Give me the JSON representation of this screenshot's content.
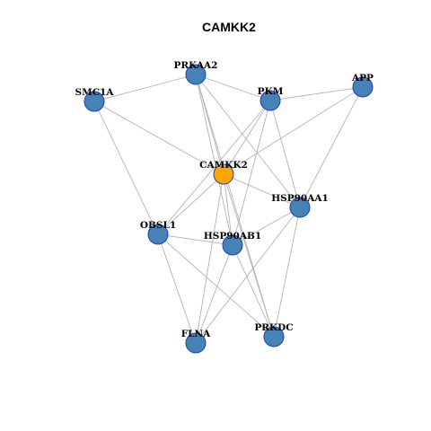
{
  "title": "CAMKK2",
  "colors": {
    "node_fill": "#4682B4",
    "focus_fill": "#FFA500",
    "node_border": "#1F3FBF",
    "edge": "#B3B3B3"
  },
  "nodes": [
    {
      "id": "CAMKK2",
      "label": "CAMKK2",
      "focus": true
    },
    {
      "id": "PRKAA2",
      "label": "PRKAA2",
      "focus": false
    },
    {
      "id": "SMC1A",
      "label": "SMC1A",
      "focus": false
    },
    {
      "id": "PKM",
      "label": "PKM",
      "focus": false
    },
    {
      "id": "APP",
      "label": "APP",
      "focus": false
    },
    {
      "id": "HSP90AA1",
      "label": "HSP90AA1",
      "focus": false
    },
    {
      "id": "OBSL1",
      "label": "OBSL1",
      "focus": false
    },
    {
      "id": "HSP90AB1",
      "label": "HSP90AB1",
      "focus": false
    },
    {
      "id": "FLNA",
      "label": "FLNA",
      "focus": false
    },
    {
      "id": "PRKDC",
      "label": "PRKDC",
      "focus": false
    }
  ],
  "edges": [
    [
      "SMC1A",
      "PRKAA2"
    ],
    [
      "SMC1A",
      "CAMKK2"
    ],
    [
      "SMC1A",
      "OBSL1"
    ],
    [
      "PRKAA2",
      "PKM"
    ],
    [
      "PRKAA2",
      "CAMKK2"
    ],
    [
      "PRKAA2",
      "HSP90AB1"
    ],
    [
      "PRKAA2",
      "HSP90AA1"
    ],
    [
      "PRKAA2",
      "PRKDC"
    ],
    [
      "PKM",
      "APP"
    ],
    [
      "PKM",
      "CAMKK2"
    ],
    [
      "PKM",
      "OBSL1"
    ],
    [
      "PKM",
      "HSP90AA1"
    ],
    [
      "PKM",
      "HSP90AB1"
    ],
    [
      "APP",
      "CAMKK2"
    ],
    [
      "APP",
      "HSP90AA1"
    ],
    [
      "CAMKK2",
      "HSP90AA1"
    ],
    [
      "CAMKK2",
      "OBSL1"
    ],
    [
      "CAMKK2",
      "HSP90AB1"
    ],
    [
      "CAMKK2",
      "FLNA"
    ],
    [
      "CAMKK2",
      "PRKDC"
    ],
    [
      "HSP90AA1",
      "HSP90AB1"
    ],
    [
      "HSP90AA1",
      "FLNA"
    ],
    [
      "HSP90AA1",
      "PRKDC"
    ],
    [
      "OBSL1",
      "HSP90AB1"
    ],
    [
      "OBSL1",
      "FLNA"
    ],
    [
      "OBSL1",
      "PRKDC"
    ],
    [
      "HSP90AB1",
      "FLNA"
    ],
    [
      "HSP90AB1",
      "PRKDC"
    ]
  ]
}
